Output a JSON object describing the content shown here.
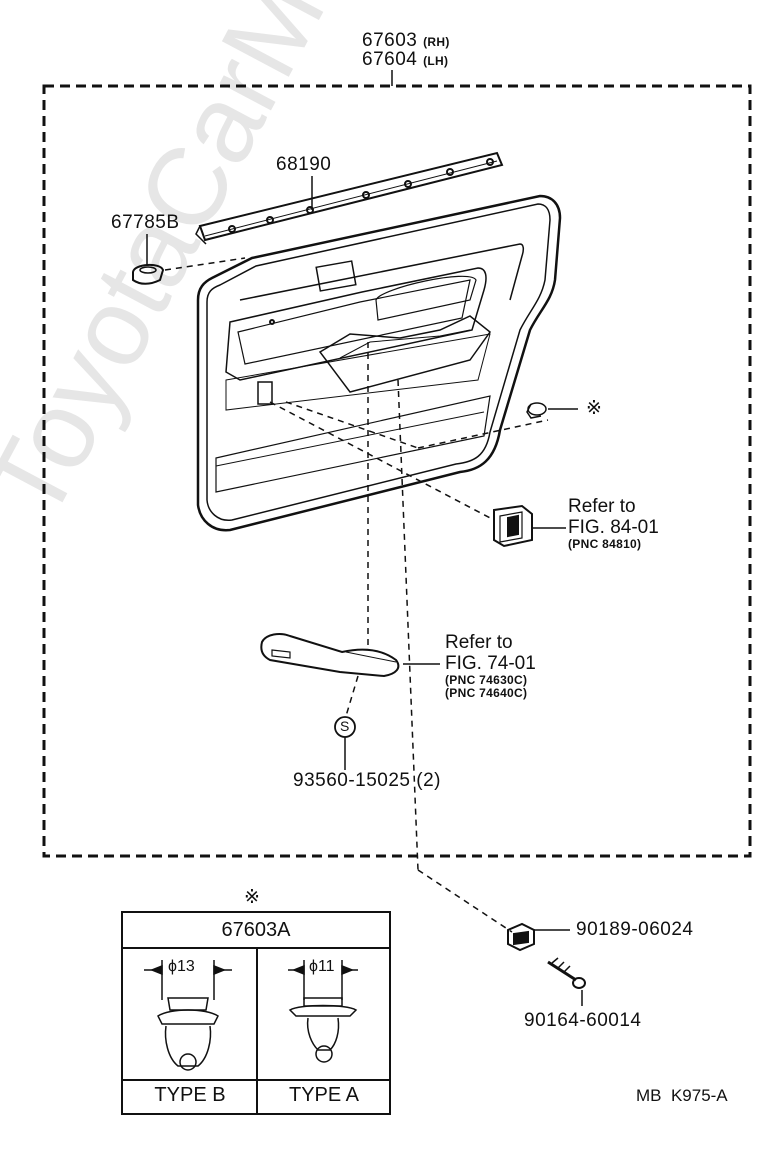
{
  "watermark": "ToyotaCarMe.ru",
  "assembly": {
    "part_rh": "67603",
    "suffix_rh": "(RH)",
    "part_lh": "67604",
    "suffix_lh": "(LH)"
  },
  "parts": {
    "weatherstrip": "68190",
    "cover": "67785B",
    "clip_symbol": "※",
    "screw_symbol": "S",
    "screw": "93560-15025 (2)",
    "nut": "90189-06024",
    "bolt": "90164-60014"
  },
  "refs": {
    "switch": {
      "line1": "Refer to",
      "line2": "FIG. 84-01",
      "line3": "(PNC 84810)"
    },
    "handle": {
      "line1": "Refer to",
      "line2": "FIG. 74-01",
      "line3": "(PNC 74630C)",
      "line4": "(PNC 74640C)"
    }
  },
  "clip_table": {
    "symbol": "※",
    "part": "67603A",
    "type_b": {
      "dim": "ϕ13",
      "label": "TYPE B"
    },
    "type_a": {
      "dim": "ϕ11",
      "label": "TYPE A"
    }
  },
  "code": "MB  K975-A"
}
